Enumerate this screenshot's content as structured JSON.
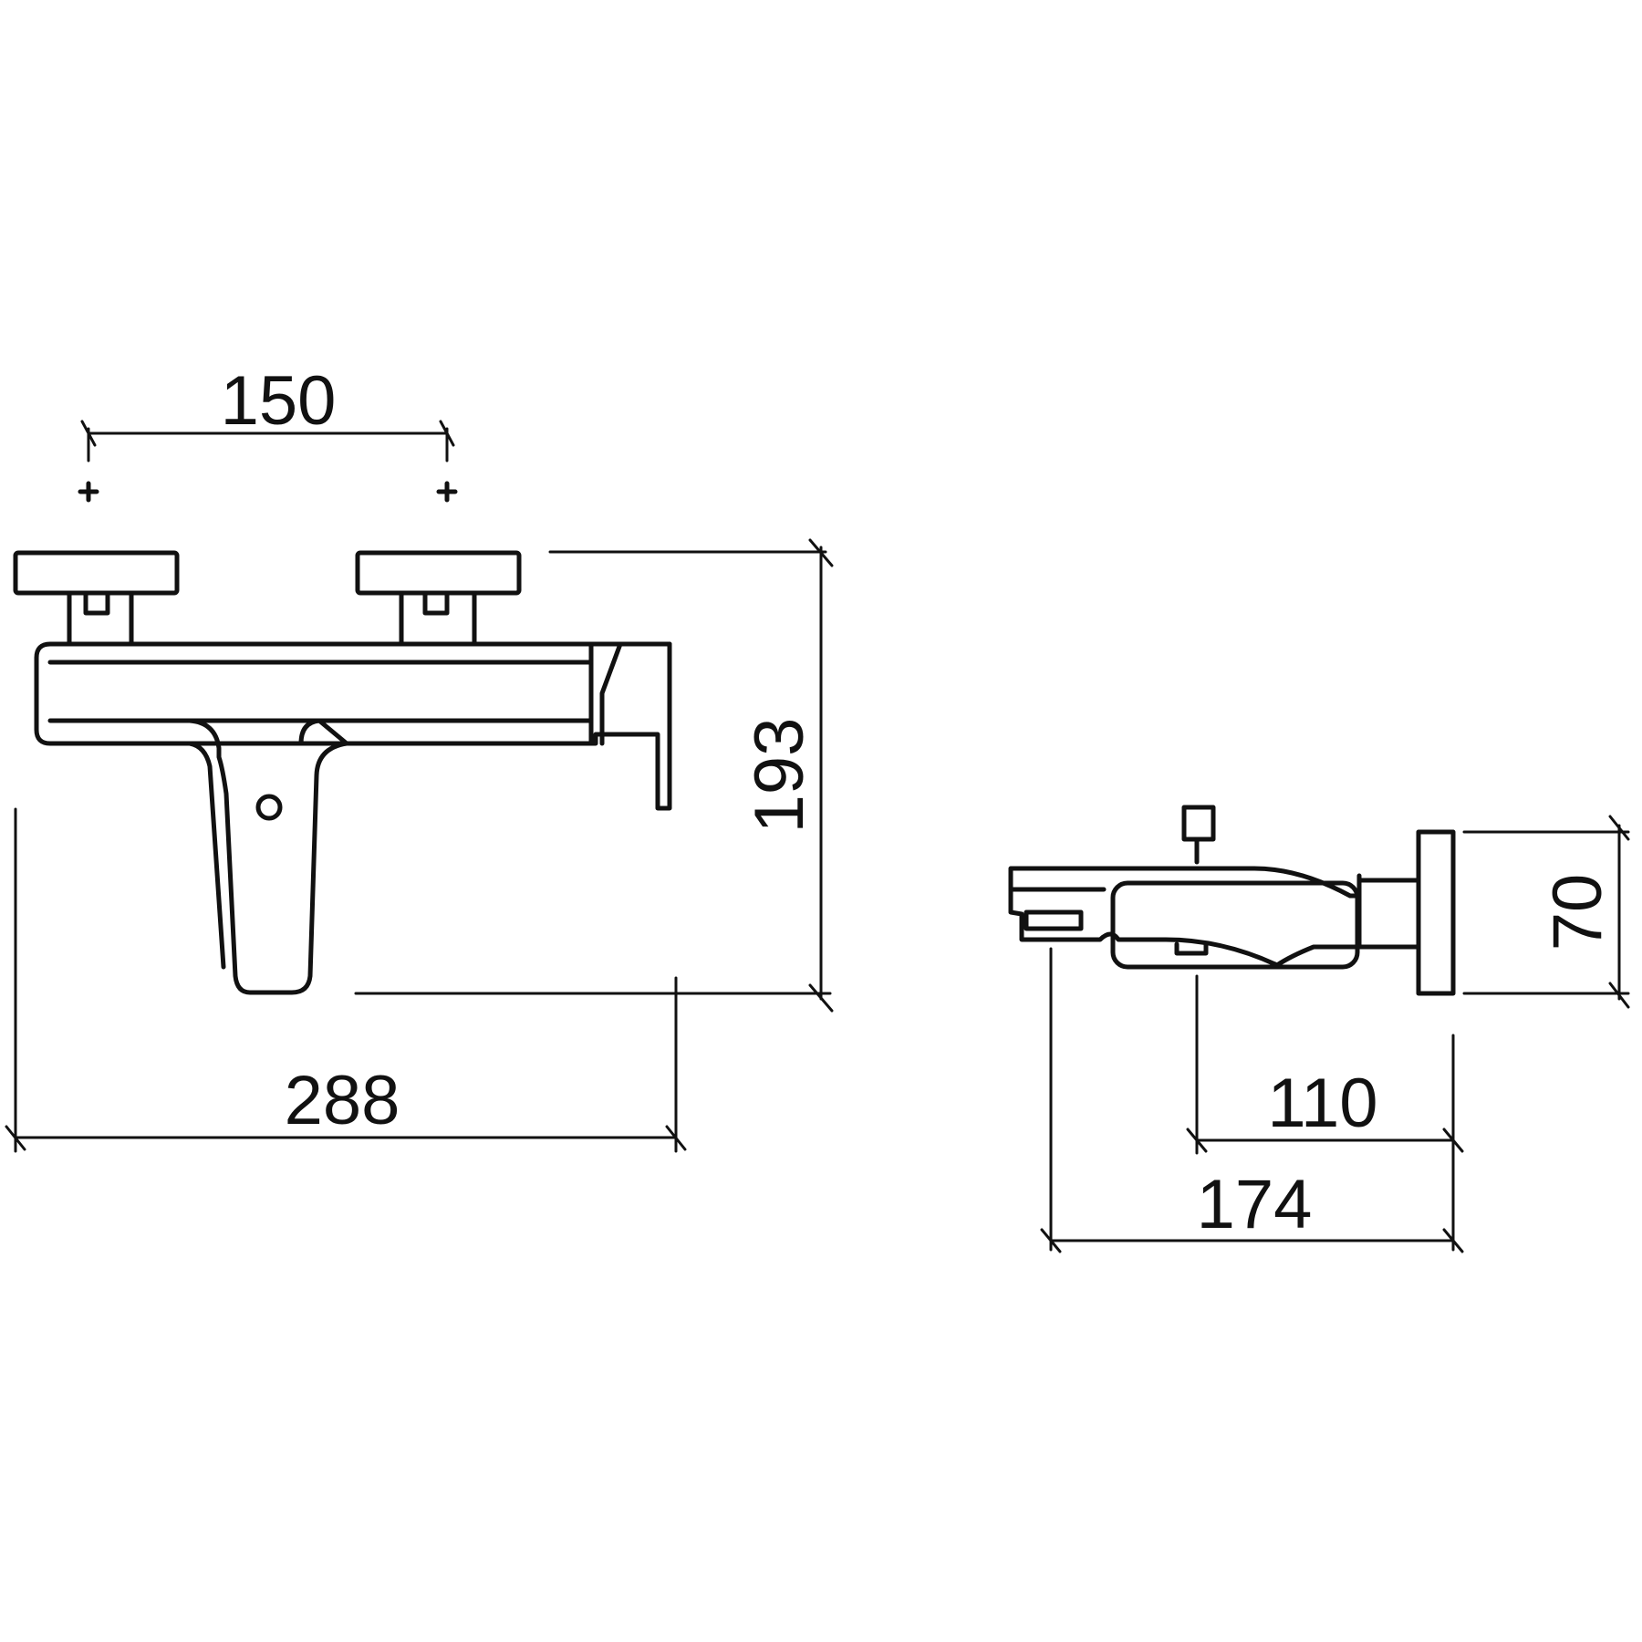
{
  "colors": {
    "line": "#111111",
    "background": "#ffffff"
  },
  "front_view": {
    "dim_center_distance": "150",
    "dim_height": "193",
    "dim_width": "288"
  },
  "side_view": {
    "dim_depth_body": "70",
    "dim_projection_spout": "110",
    "dim_projection_total": "174"
  }
}
